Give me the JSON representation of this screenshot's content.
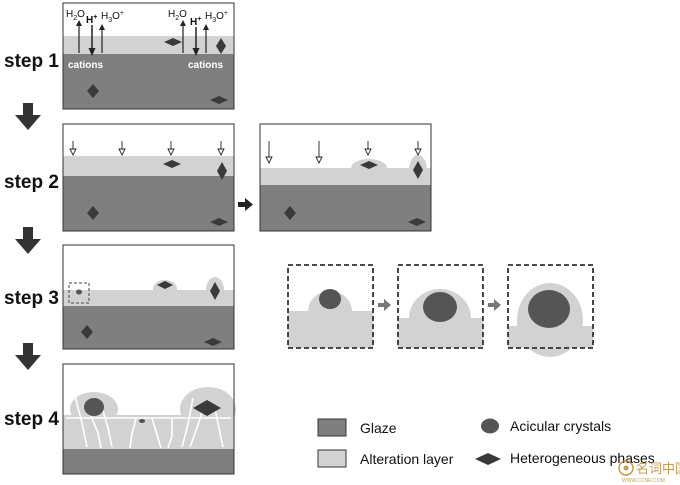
{
  "steps": {
    "step1": "step 1",
    "step2": "step 2",
    "step3": "step 3",
    "step4": "step 4"
  },
  "chem": {
    "h2o": "H",
    "h2o_sub": "2",
    "h2o_o": "O",
    "hplus": "H",
    "hplus_sup": "+",
    "h3o": "H",
    "h3o_sub": "3",
    "h3o_o": "O",
    "h3o_sup": "+",
    "cations": "cations"
  },
  "legend": {
    "glaze": "Glaze",
    "alteration": "Alteration layer",
    "acicular": "Acicular crystals",
    "heterogeneous": "Heterogeneous phases"
  },
  "colors": {
    "glaze": "#7f7f7f",
    "alteration": "#d2d2d2",
    "feature": "#3a3a3a",
    "arrow": "#333333"
  },
  "watermark": {
    "text": "名词中国",
    "small": "WWW.CCNR.COM"
  }
}
